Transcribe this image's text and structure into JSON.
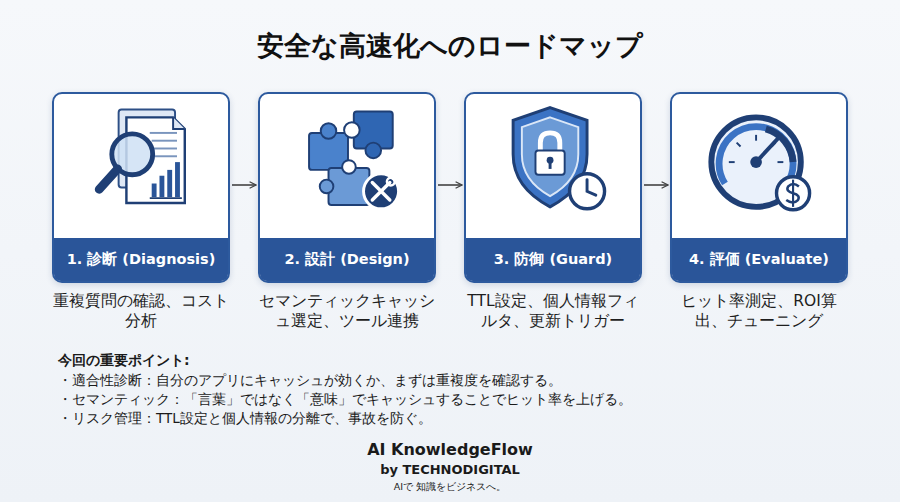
{
  "diagram": {
    "title": "安全な高速化へのロードマップ",
    "nodes": [
      {
        "text": [
          "1. 診断 (Diagnosis)",
          "重複質問の確認、コスト分析"
        ]
      },
      {
        "text": [
          "2. 設計 (Design)",
          "セマンティックキャッシュ選定、ツール連携"
        ]
      },
      {
        "text": [
          "3. 防御 (Guard)",
          "TTL設定、個人情報フィルタ、更新トリガー"
        ]
      },
      {
        "text": [
          "4. 評価 (Evaluate)",
          "ヒット率測定、ROI算出、チューニング"
        ]
      }
    ],
    "edges": [
      {
        "from": 0,
        "to": 1,
        "arrow": "to"
      },
      {
        "from": 1,
        "to": 2,
        "arrow": "to"
      },
      {
        "from": 2,
        "to": 3,
        "arrow": "to"
      }
    ],
    "labels": [
      "今回の重要ポイント:",
      "・適合性診断：自分のアプリにキャッシュが効くか、まずは重複度を確認する。",
      "・セマンティック：「言葉」ではなく「意味」でキャッシュすることでヒット率を上げる。",
      "・リスク管理：TTL設定と個人情報の分離で、事故を防ぐ。",
      "AI KnowledgeFlow",
      "by TECHNODIGITAL",
      "AIで 知識をビジネスへ。"
    ]
  }
}
